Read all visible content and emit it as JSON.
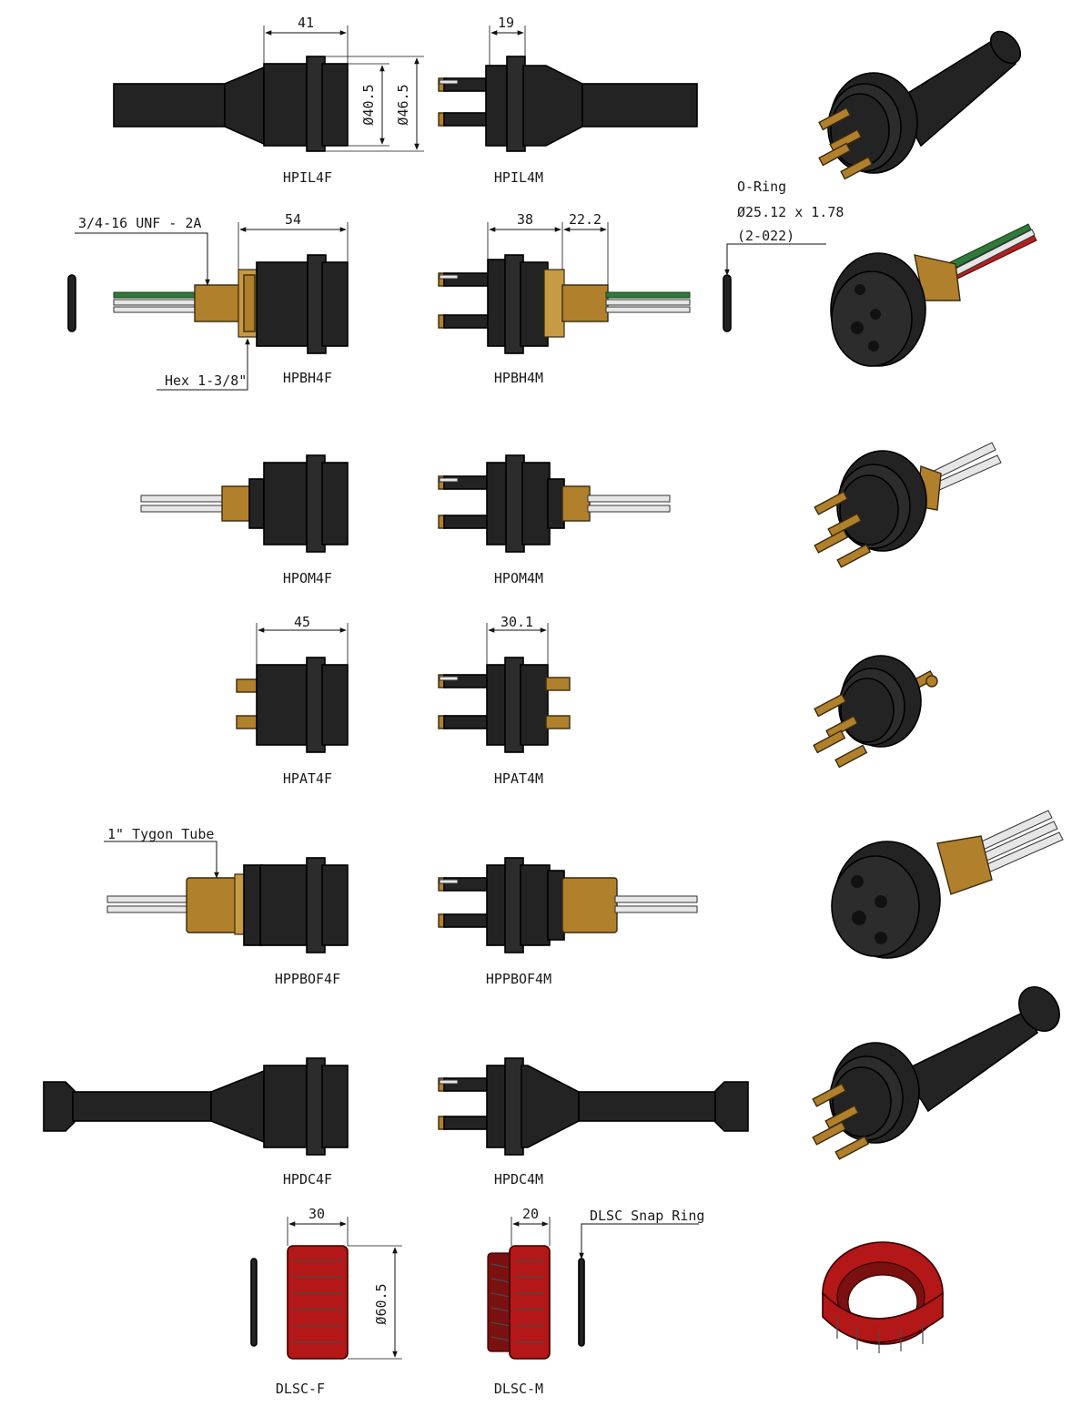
{
  "labels": {
    "hpil4f": "HPIL4F",
    "hpil4m": "HPIL4M",
    "hpbh4f": "HPBH4F",
    "hpbh4m": "HPBH4M",
    "hpom4f": "HPOM4F",
    "hpom4m": "HPOM4M",
    "hpat4f": "HPAT4F",
    "hpat4m": "HPAT4M",
    "hppbof4f": "HPPBOF4F",
    "hppbof4m": "HPPBOF4M",
    "hpdc4f": "HPDC4F",
    "hpdc4m": "HPDC4M",
    "dlscf": "DLSC-F",
    "dlscm": "DLSC-M"
  },
  "dims": {
    "hpil4f_len": "41",
    "hpil4f_d1": "Ø40.5",
    "hpil4f_d2": "Ø46.5",
    "hpil4m_len": "19",
    "hpbh4f_len": "54",
    "hpbh4m_len": "38",
    "hpbh4m_len2": "22.2",
    "hpat4f_len": "45",
    "hpat4m_len": "30.1",
    "dlscf_len": "30",
    "dlscf_d": "Ø60.5",
    "dlscm_len": "20"
  },
  "callouts": {
    "thread": "3/4-16 UNF - 2A",
    "hex": "Hex 1-3/8\"",
    "oring_title": "O-Ring",
    "oring_size": "Ø25.12 x 1.78",
    "oring_code": "(2-022)",
    "tygon": "1\" Tygon Tube",
    "snap_ring": "DLSC Snap Ring"
  },
  "colors": {
    "body": "#232323",
    "brass": "#b0802c",
    "lock_sleeve": "#b31717",
    "wire_green": "#2f7a3a",
    "wire_red": "#b32020",
    "wire_white": "#e6e6e6"
  }
}
